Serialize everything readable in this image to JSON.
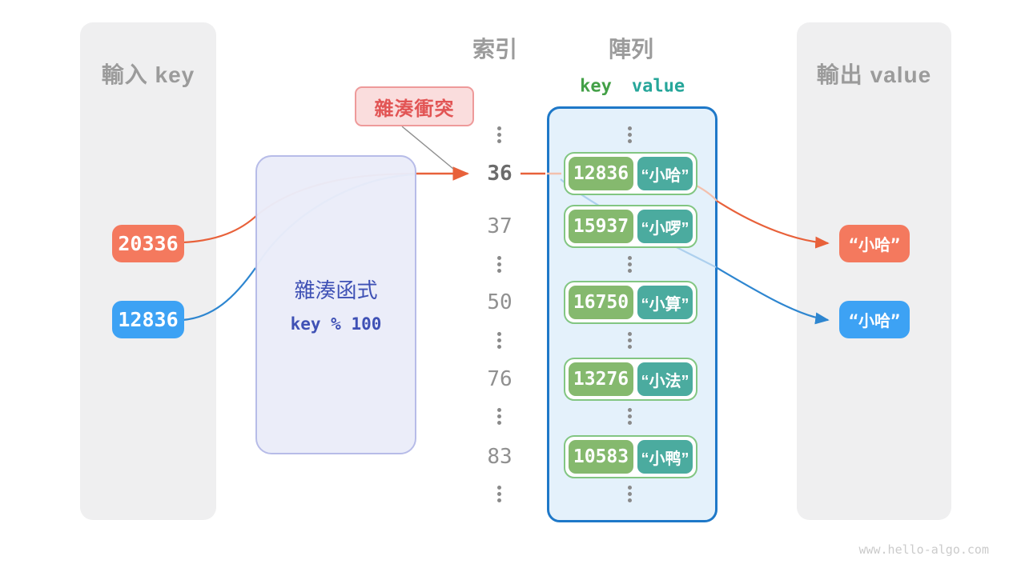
{
  "page": {
    "watermark": "www.hello-algo.com"
  },
  "panels": {
    "input": {
      "title": "輸入 key"
    },
    "output": {
      "title": "輸出 value"
    }
  },
  "columns": {
    "index_title": "索引",
    "array_title": "陣列",
    "key_header": "key",
    "value_header": "value"
  },
  "hash_function": {
    "name": "雜湊函式",
    "formula": "key % 100"
  },
  "collision": {
    "label": "雜湊衝突"
  },
  "input_keys": [
    {
      "value": "20336",
      "color": "#f4795e"
    },
    {
      "value": "12836",
      "color": "#3da2f4"
    }
  ],
  "output_values": [
    {
      "value": "“小哈”",
      "color": "#f4795e"
    },
    {
      "value": "“小哈”",
      "color": "#3da2f4"
    }
  ],
  "index_rows": [
    {
      "type": "dots"
    },
    {
      "type": "index",
      "value": "36",
      "highlight": true
    },
    {
      "type": "index",
      "value": "37"
    },
    {
      "type": "dots"
    },
    {
      "type": "index",
      "value": "50"
    },
    {
      "type": "dots"
    },
    {
      "type": "index",
      "value": "76"
    },
    {
      "type": "dots"
    },
    {
      "type": "index",
      "value": "83"
    },
    {
      "type": "dots"
    }
  ],
  "array_rows": [
    {
      "type": "dots"
    },
    {
      "type": "pair",
      "key": "12836",
      "value": "“小哈”"
    },
    {
      "type": "pair",
      "key": "15937",
      "value": "“小啰”"
    },
    {
      "type": "dots"
    },
    {
      "type": "pair",
      "key": "16750",
      "value": "“小算”"
    },
    {
      "type": "dots"
    },
    {
      "type": "pair",
      "key": "13276",
      "value": "“小法”"
    },
    {
      "type": "dots"
    },
    {
      "type": "pair",
      "key": "10583",
      "value": "“小鸭”"
    },
    {
      "type": "dots"
    }
  ],
  "colors": {
    "orange": "#f4795e",
    "blue": "#3da2f4",
    "arrow_orange": "#e8613a",
    "arrow_orange_faded": "#f3c0ad",
    "arrow_blue": "#2e86d0",
    "arrow_blue_faded": "#add0ee",
    "key_box_green": "#85b96e",
    "value_box_teal": "#4bab9f",
    "pair_border_green": "#82c682",
    "array_border_blue": "#1e78c8",
    "array_fill": "#e4f1fb",
    "hash_fill": "#e9ecf9",
    "hash_border": "#b7bce8",
    "hash_text_indigo": "#3f51b5",
    "collision_fill": "#fadddd",
    "collision_border": "#ee9a9a",
    "collision_text": "#e25555",
    "header_gray": "#9b9b9b",
    "key_header_green": "#43a047",
    "value_header_teal": "#26a69a"
  }
}
